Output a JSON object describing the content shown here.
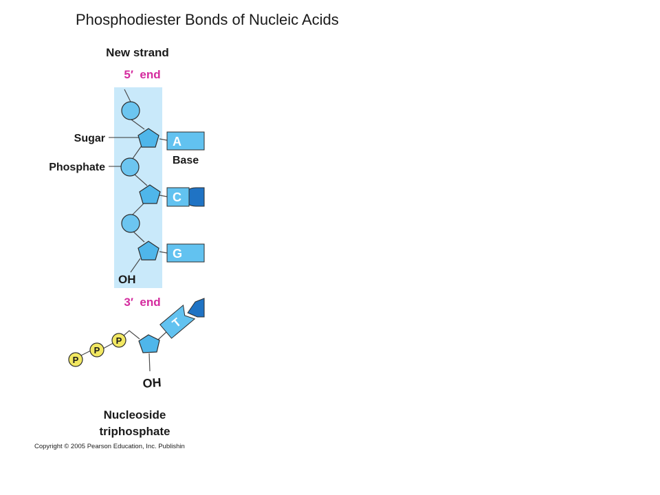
{
  "title": "Phosphodiester Bonds of Nucleic Acids",
  "labels": {
    "new_strand": "New strand",
    "five_prime_end": "5′  end",
    "three_prime_end": "3′  end",
    "sugar": "Sugar",
    "phosphate": "Phosphate",
    "base": "Base",
    "oh_strand": "OH",
    "oh_nucleotide": "OH",
    "nucleoside_line1": "Nucleoside",
    "nucleoside_line2": "triphosphate"
  },
  "bases": [
    "A",
    "C",
    "G"
  ],
  "incoming_base": "T",
  "phosphate_symbols": [
    "P",
    "P",
    "P"
  ],
  "copyright": "Copyright © 2005 Pearson Education, Inc. Publishin",
  "colors": {
    "strand_band": "#c9e9fa",
    "sugar_fill": "#4fb6ea",
    "phosphate_fill": "#6cc5f0",
    "base_fill": "#62c2f0",
    "base_cap": "#1f73c4",
    "end_label": "#d42b9e",
    "phosphate_p": "#f2e862"
  }
}
